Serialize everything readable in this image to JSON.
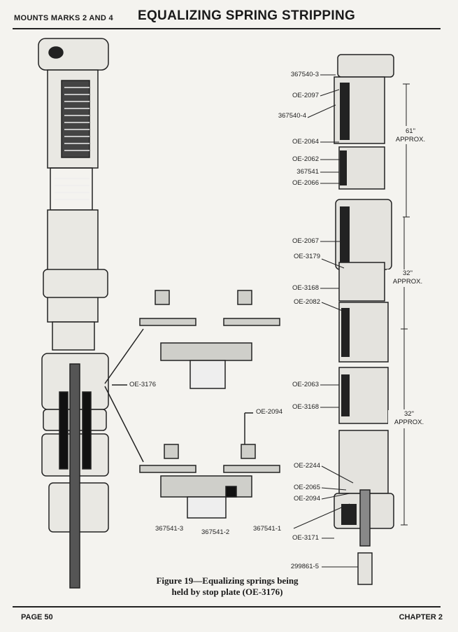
{
  "header": {
    "section": "MOUNTS MARKS 2 AND 4",
    "title": "EQUALIZING SPRING STRIPPING"
  },
  "figure": {
    "caption_line1": "Figure 19—Equalizing springs being",
    "caption_line2": "held by stop plate (OE-3176)",
    "detail_labels": {
      "stop_plate": "OE-3176",
      "top": "OE-2094",
      "bottom_left": "367541-3",
      "bottom_mid": "367541-2",
      "bottom_right": "367541-1"
    },
    "exploded_labels": [
      "367540-3",
      "OE-2097",
      "367540-4",
      "OE-2064",
      "OE-2062",
      "367541",
      "OE-2066",
      "OE-2067",
      "OE-3179",
      "OE-3168",
      "OE-2082",
      "OE-2063",
      "OE-3168",
      "OE-2244",
      "OE-2065",
      "OE-2094",
      "OE-3171",
      "299861-5"
    ],
    "dimensions": [
      {
        "value": "61\"",
        "unit": "APPROX."
      },
      {
        "value": "32\"",
        "unit": "APPROX."
      },
      {
        "value": "32\"",
        "unit": "APPROX."
      }
    ]
  },
  "footer": {
    "page": "PAGE 50",
    "chapter": "CHAPTER 2"
  }
}
